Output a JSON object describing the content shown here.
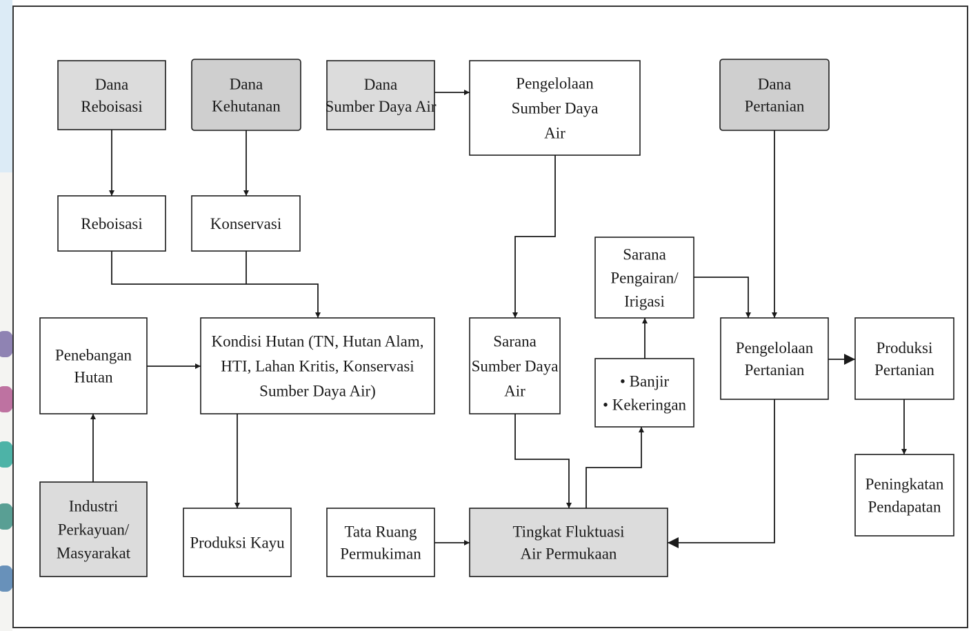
{
  "colors": {
    "node_plain": "#ffffff",
    "node_shaded": "#dcdcdc",
    "node_dark": "#cfcfcf",
    "line": "#1a1a1a"
  },
  "nodes": [
    {
      "id": "dana-reboisasi",
      "lines": [
        "Dana",
        "Reboisasi"
      ],
      "fill": "shaded"
    },
    {
      "id": "dana-kehutanan",
      "lines": [
        "Dana",
        "Kehutanan"
      ],
      "fill": "dark"
    },
    {
      "id": "dana-sumber-daya-air",
      "lines": [
        "Dana",
        "Sumber Daya Air"
      ],
      "fill": "shaded"
    },
    {
      "id": "pengelolaan-sumber-daya-air",
      "lines": [
        "Pengelolaan",
        "Sumber Daya",
        "Air"
      ],
      "fill": "plain"
    },
    {
      "id": "dana-pertanian",
      "lines": [
        "Dana",
        "Pertanian"
      ],
      "fill": "dark"
    },
    {
      "id": "reboisasi",
      "lines": [
        "Reboisasi"
      ],
      "fill": "plain"
    },
    {
      "id": "konservasi",
      "lines": [
        "Konservasi"
      ],
      "fill": "plain"
    },
    {
      "id": "sarana-pengairan",
      "lines": [
        "Sarana",
        "Pengairan/",
        "Irigasi"
      ],
      "fill": "plain"
    },
    {
      "id": "penebangan-hutan",
      "lines": [
        "Penebangan",
        "Hutan"
      ],
      "fill": "plain"
    },
    {
      "id": "kondisi-hutan",
      "lines": [
        "Kondisi Hutan (TN, Hutan Alam,",
        "HTI, Lahan Kritis, Konservasi",
        "Sumber Daya Air)"
      ],
      "fill": "plain"
    },
    {
      "id": "sarana-sumber-daya-air",
      "lines": [
        "Sarana",
        "Sumber Daya",
        "Air"
      ],
      "fill": "plain"
    },
    {
      "id": "banjir-kekeringan",
      "lines": [
        "• Banjir",
        "• Kekeringan"
      ],
      "fill": "plain"
    },
    {
      "id": "pengelolaan-pertanian",
      "lines": [
        "Pengelolaan",
        "Pertanian"
      ],
      "fill": "plain"
    },
    {
      "id": "produksi-pertanian",
      "lines": [
        "Produksi",
        "Pertanian"
      ],
      "fill": "plain"
    },
    {
      "id": "industri-perkayuan",
      "lines": [
        "Industri",
        "Perkayuan/",
        "Masyarakat"
      ],
      "fill": "shaded"
    },
    {
      "id": "produksi-kayu",
      "lines": [
        "Produksi Kayu"
      ],
      "fill": "plain"
    },
    {
      "id": "tata-ruang-permukiman",
      "lines": [
        "Tata Ruang",
        "Permukiman"
      ],
      "fill": "plain"
    },
    {
      "id": "tingkat-fluktuasi",
      "lines": [
        "Tingkat Fluktuasi",
        "Air Permukaan"
      ],
      "fill": "shaded"
    },
    {
      "id": "peningkatan-pendapatan",
      "lines": [
        "Peningkatan",
        "Pendapatan"
      ],
      "fill": "plain"
    }
  ],
  "edges": [
    {
      "from": "dana-reboisasi",
      "to": "reboisasi"
    },
    {
      "from": "dana-kehutanan",
      "to": "konservasi"
    },
    {
      "from": "dana-sumber-daya-air",
      "to": "pengelolaan-sumber-daya-air"
    },
    {
      "from": "pengelolaan-sumber-daya-air",
      "to": "sarana-sumber-daya-air"
    },
    {
      "from": "dana-pertanian",
      "to": "pengelolaan-pertanian"
    },
    {
      "from": "reboisasi",
      "to": "kondisi-hutan"
    },
    {
      "from": "konservasi",
      "to": "kondisi-hutan"
    },
    {
      "from": "penebangan-hutan",
      "to": "kondisi-hutan"
    },
    {
      "from": "industri-perkayuan",
      "to": "penebangan-hutan"
    },
    {
      "from": "kondisi-hutan",
      "to": "produksi-kayu"
    },
    {
      "from": "sarana-pengairan",
      "to": "pengelolaan-pertanian"
    },
    {
      "from": "banjir-kekeringan",
      "to": "sarana-pengairan"
    },
    {
      "from": "sarana-sumber-daya-air",
      "to": "tingkat-fluktuasi"
    },
    {
      "from": "tingkat-fluktuasi",
      "to": "banjir-kekeringan"
    },
    {
      "from": "tata-ruang-permukiman",
      "to": "tingkat-fluktuasi"
    },
    {
      "from": "pengelolaan-pertanian",
      "to": "tingkat-fluktuasi"
    },
    {
      "from": "pengelolaan-pertanian",
      "to": "produksi-pertanian"
    },
    {
      "from": "produksi-pertanian",
      "to": "peningkatan-pendapatan"
    }
  ]
}
